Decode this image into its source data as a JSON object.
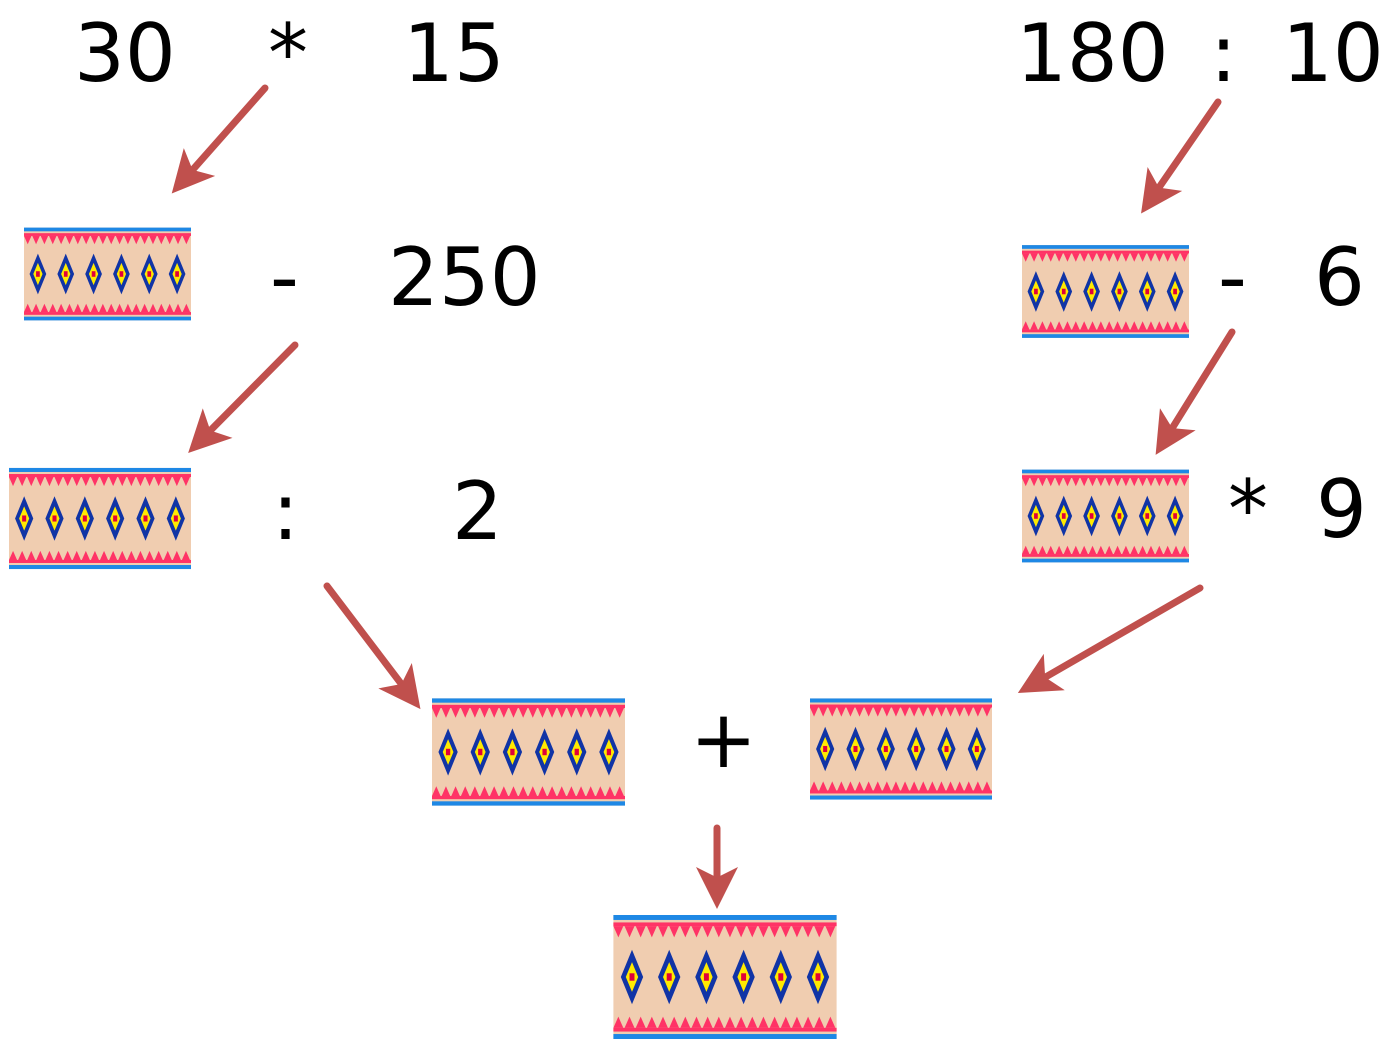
{
  "colors": {
    "arrow": "#c0504d",
    "tile_background": "#f0cdb0",
    "tile_border_blue": "#1e88e5",
    "tile_triangle_red": "#ff3366",
    "diamond_blue": "#1034a6",
    "diamond_yellow": "#ffea00",
    "diamond_center_red": "#e0003a"
  },
  "icons": {
    "blank_box": "patterned-tile-icon",
    "arrow": "arrow-icon"
  },
  "left_chain": {
    "step1": {
      "a": "30",
      "op": "*",
      "b": "15"
    },
    "step2": {
      "op": "-",
      "b": "250"
    },
    "step3": {
      "op": ":",
      "b": "2"
    }
  },
  "right_chain": {
    "step1": {
      "a": "180",
      "op": ":",
      "b": "10"
    },
    "step2": {
      "op": "-",
      "b": "6"
    },
    "step3": {
      "op": "*",
      "b": "9"
    }
  },
  "final": {
    "op": "+"
  }
}
